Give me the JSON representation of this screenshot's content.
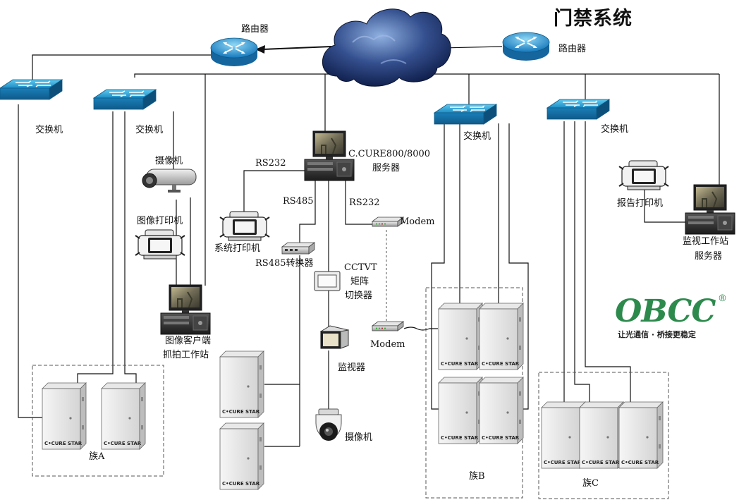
{
  "title": "门禁系统",
  "routers": {
    "left_label": "路由器",
    "right_label": "路由器"
  },
  "switches": {
    "sw1_label": "交换机",
    "sw2_label": "交换机",
    "sw3_label": "交换机",
    "sw4_label": "交换机"
  },
  "server": {
    "name_line1": "C.CURE800/8000",
    "name_line2": "服务器"
  },
  "links": {
    "rs232_left": "RS232",
    "rs485": "RS485",
    "rs232_right": "RS232"
  },
  "devices": {
    "modem_top": "Modem",
    "modem_bottom": "Modem",
    "system_printer": "系统打印机",
    "rs485_converter": "RS485转换器",
    "cctv_line1": "CCTVT",
    "cctv_line2": "矩阵",
    "cctv_line3": "切换器",
    "monitor": "监视器",
    "camera_bottom": "摄像机",
    "camera_top": "摄像机",
    "image_printer": "图像打印机",
    "capture_line1": "图像客户端",
    "capture_line2": "抓拍工作站",
    "report_printer": "报告打印机",
    "station_line1": "监视工作站",
    "station_line2": "服务器"
  },
  "clusters": {
    "a_label": "族A",
    "b_label": "族B",
    "c_label": "族C"
  },
  "controller_text": "C•CURE  STAR",
  "logo": {
    "text": "OBCC",
    "registered": "®",
    "slogan": "让光通信 · 桥接更稳定",
    "color": "#2d8a4d"
  }
}
